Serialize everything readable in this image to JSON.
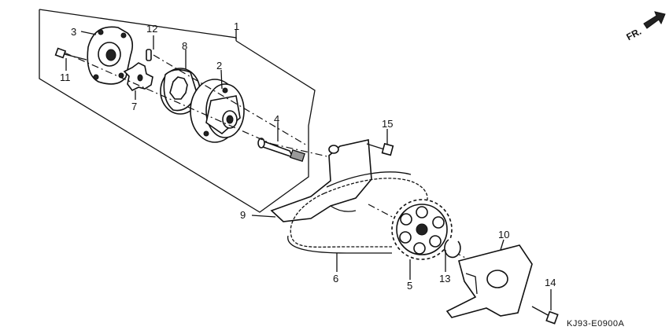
{
  "diagram": {
    "drawing_code": "KJ93-E0900A",
    "direction_label": "FR.",
    "callouts": [
      {
        "id": "1",
        "label": "1"
      },
      {
        "id": "2",
        "label": "2"
      },
      {
        "id": "3",
        "label": "3"
      },
      {
        "id": "4",
        "label": "4"
      },
      {
        "id": "5",
        "label": "5"
      },
      {
        "id": "6",
        "label": "6"
      },
      {
        "id": "7",
        "label": "7"
      },
      {
        "id": "8",
        "label": "8"
      },
      {
        "id": "9",
        "label": "9"
      },
      {
        "id": "10",
        "label": "10"
      },
      {
        "id": "11",
        "label": "11"
      },
      {
        "id": "12",
        "label": "12"
      },
      {
        "id": "13",
        "label": "13"
      },
      {
        "id": "14",
        "label": "14"
      },
      {
        "id": "15",
        "label": "15"
      }
    ]
  }
}
